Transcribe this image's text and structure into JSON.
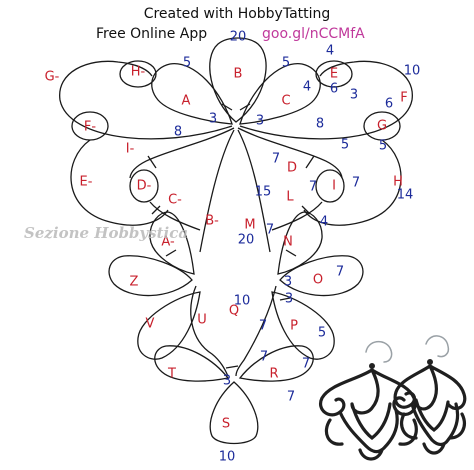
{
  "header": {
    "line1": "Created with HobbyTatting",
    "line2_prefix": "Free Online App",
    "link": "goo.gl/nCCMfA"
  },
  "watermark": "Sezione Hobbystica",
  "diagram": {
    "ring_labels": [
      "A",
      "B",
      "C",
      "D",
      "E",
      "F",
      "G",
      "H",
      "I",
      "L",
      "M",
      "N",
      "O",
      "P",
      "Q",
      "R",
      "S",
      "T",
      "U",
      "V",
      "Z",
      "A-",
      "B-",
      "C-",
      "D-",
      "E-",
      "F-",
      "G-",
      "H-",
      "I-"
    ],
    "numbers": [
      "20",
      "5",
      "5",
      "4",
      "10",
      "4",
      "6",
      "3",
      "6",
      "8",
      "3",
      "3",
      "8",
      "5",
      "7",
      "5",
      "7",
      "7",
      "15",
      "7",
      "14",
      "4",
      "20",
      "3",
      "7",
      "10",
      "7",
      "3",
      "5",
      "7",
      "7",
      "3",
      "7",
      "10"
    ]
  },
  "colors": {
    "label": "#c8202c",
    "number": "#1c2b9a",
    "link": "#c0399b",
    "line": "#1a1a1a"
  }
}
